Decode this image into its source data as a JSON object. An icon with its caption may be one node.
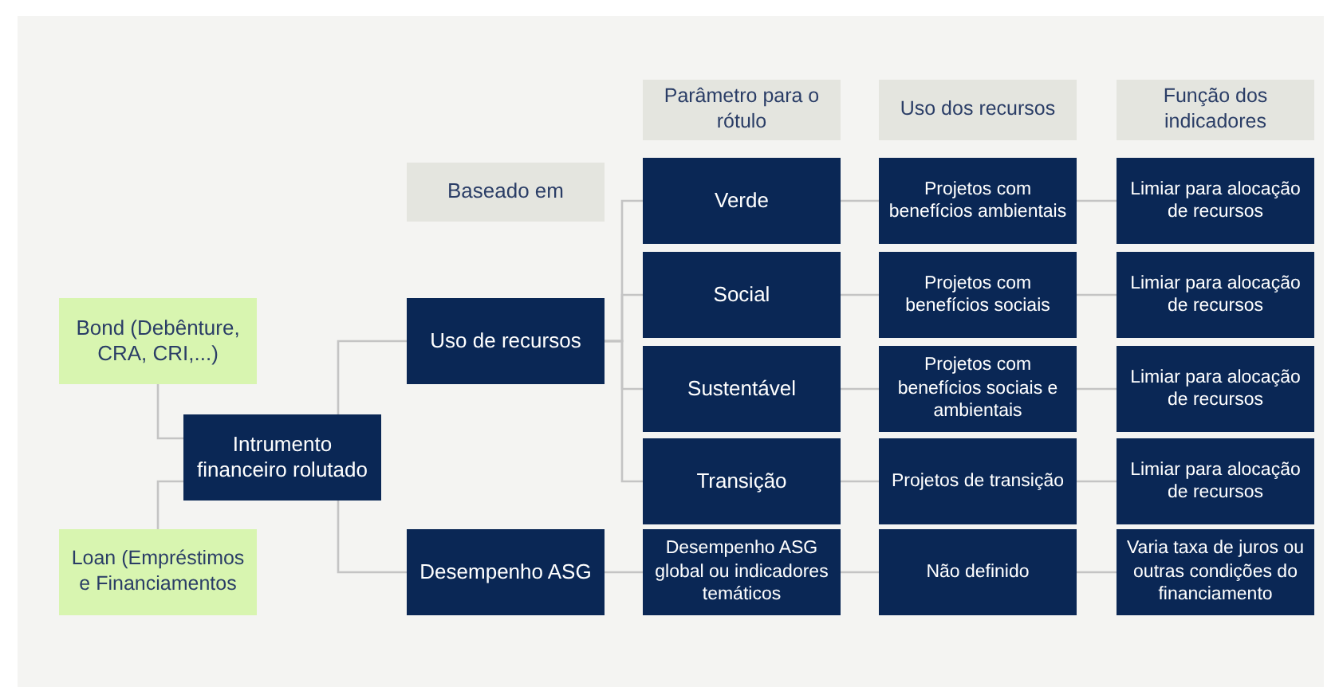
{
  "diagram": {
    "nodes": [
      {
        "text": [
          "Parâmetro para o rótulo"
        ]
      },
      {
        "text": [
          "Uso dos recursos"
        ]
      },
      {
        "text": [
          "Função dos indicadores"
        ]
      },
      {
        "text": [
          "Baseado em"
        ]
      },
      {
        "text": [
          "Verde"
        ]
      },
      {
        "text": [
          "Projetos com benefícios ambientais"
        ]
      },
      {
        "text": [
          "Limiar para alocação de recursos"
        ]
      },
      {
        "text": [
          "Social"
        ]
      },
      {
        "text": [
          "Projetos com benefícios sociais"
        ]
      },
      {
        "text": [
          "Limiar para alocação de recursos"
        ]
      },
      {
        "text": [
          "Sustentável"
        ]
      },
      {
        "text": [
          "Projetos com benefícios sociais e ambientais"
        ]
      },
      {
        "text": [
          "Limiar para alocação de recursos"
        ]
      },
      {
        "text": [
          "Transição"
        ]
      },
      {
        "text": [
          "Projetos de transição"
        ]
      },
      {
        "text": [
          "Limiar para alocação de recursos"
        ]
      },
      {
        "text": [
          "Desempenho ASG global ou indicadores temáticos"
        ]
      },
      {
        "text": [
          "Não definido"
        ]
      },
      {
        "text": [
          "Varia taxa de juros ou outras condições do financiamento"
        ]
      },
      {
        "text": [
          "Bond (Debênture, CRA, CRI,...)"
        ]
      },
      {
        "text": [
          "Uso de recursos"
        ]
      },
      {
        "text": [
          "Intrumento financeiro rolutado"
        ]
      },
      {
        "text": [
          "Loan (Empréstimos e Financiamentos"
        ]
      },
      {
        "text": [
          "Desempenho ASG"
        ]
      }
    ],
    "edges": [
      {
        "from": 19,
        "to": 21,
        "arrow": "none"
      },
      {
        "from": 22,
        "to": 21,
        "arrow": "none"
      },
      {
        "from": 21,
        "to": 20,
        "arrow": "none"
      },
      {
        "from": 21,
        "to": 23,
        "arrow": "none"
      },
      {
        "from": 20,
        "to": 4,
        "arrow": "none"
      },
      {
        "from": 20,
        "to": 7,
        "arrow": "none"
      },
      {
        "from": 20,
        "to": 10,
        "arrow": "none"
      },
      {
        "from": 20,
        "to": 13,
        "arrow": "none"
      },
      {
        "from": 23,
        "to": 16,
        "arrow": "none"
      },
      {
        "from": 4,
        "to": 5,
        "arrow": "none"
      },
      {
        "from": 5,
        "to": 6,
        "arrow": "none"
      },
      {
        "from": 7,
        "to": 8,
        "arrow": "none"
      },
      {
        "from": 8,
        "to": 9,
        "arrow": "none"
      },
      {
        "from": 10,
        "to": 11,
        "arrow": "none"
      },
      {
        "from": 11,
        "to": 12,
        "arrow": "none"
      },
      {
        "from": 13,
        "to": 14,
        "arrow": "none"
      },
      {
        "from": 14,
        "to": 15,
        "arrow": "none"
      },
      {
        "from": 16,
        "to": 17,
        "arrow": "none"
      },
      {
        "from": 17,
        "to": 18,
        "arrow": "none"
      }
    ]
  }
}
